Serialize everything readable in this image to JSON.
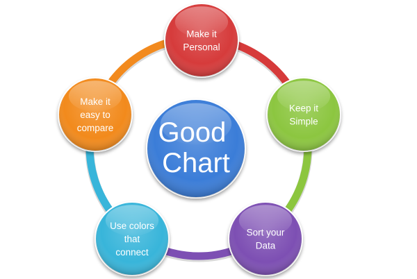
{
  "center": {
    "lines": [
      "Good",
      "Chart"
    ],
    "color": "#3B7DD8"
  },
  "nodes": [
    {
      "id": "personal",
      "lines": [
        "Make it",
        "Personal"
      ],
      "color": "#D63A3A"
    },
    {
      "id": "simple",
      "lines": [
        "Keep it",
        "Simple"
      ],
      "color": "#8CC63F"
    },
    {
      "id": "sort",
      "lines": [
        "Sort your",
        "Data"
      ],
      "color": "#7D4FB3"
    },
    {
      "id": "colors",
      "lines": [
        "Use colors",
        "that",
        "connect"
      ],
      "color": "#38B5DA"
    },
    {
      "id": "compare",
      "lines": [
        "Make it",
        "easy to",
        "compare"
      ],
      "color": "#F28A1E"
    }
  ],
  "ring_arcs": [
    {
      "from": "personal",
      "to": "simple",
      "color": "#D63A3A"
    },
    {
      "from": "simple",
      "to": "sort",
      "color": "#8CC63F"
    },
    {
      "from": "sort",
      "to": "colors",
      "color": "#7D4FB3"
    },
    {
      "from": "colors",
      "to": "compare",
      "color": "#38B5DA"
    },
    {
      "from": "compare",
      "to": "personal",
      "color": "#F28A1E"
    }
  ]
}
